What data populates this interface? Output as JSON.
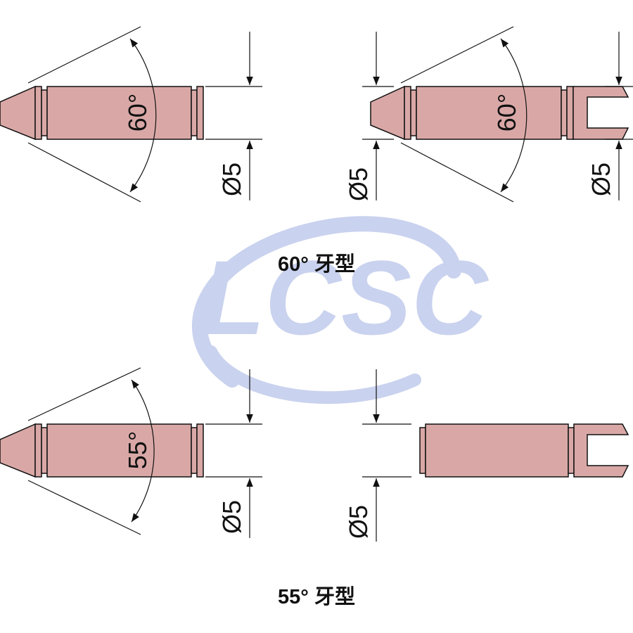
{
  "watermark": {
    "text": "LCSC"
  },
  "figures": {
    "pin_60_a": {
      "angle_label": "60°",
      "diameter_label": "Ø5"
    },
    "pin_60_b": {
      "angle_label": "60°",
      "diameter_left_label": "Ø5",
      "diameter_right_label": "Ø5"
    },
    "pin_55_a": {
      "angle_label": "55°",
      "diameter_label": "Ø5"
    },
    "pin_55_b": {
      "diameter_label": "Ø5"
    }
  },
  "captions": {
    "thread_60": "60° 牙型",
    "thread_55": "55° 牙型"
  },
  "colors": {
    "part_fill": "#d9a8a6",
    "line": "#111111",
    "watermark": "#c9d2ee"
  }
}
